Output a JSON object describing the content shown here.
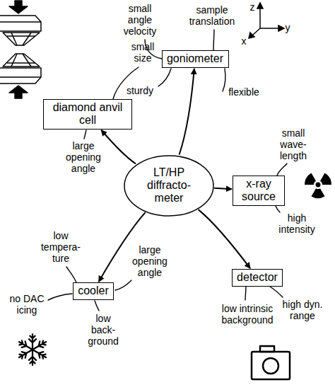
{
  "diagram": {
    "nodes": [
      {
        "text": [
          "goniometer"
        ]
      },
      {
        "text": [
          "diamond anvil cell"
        ]
      },
      {
        "text": [
          "LT/HP diffracto- meter"
        ]
      },
      {
        "text": [
          "x-ray source"
        ]
      },
      {
        "text": [
          "cooler"
        ]
      },
      {
        "text": [
          "detector"
        ]
      }
    ],
    "edges": [
      {
        "from": 2,
        "to": 0,
        "arrow": "to"
      },
      {
        "from": 2,
        "to": 1,
        "arrow": "to"
      },
      {
        "from": 2,
        "to": 3,
        "arrow": "to"
      },
      {
        "from": 2,
        "to": 4,
        "arrow": "to"
      },
      {
        "from": 2,
        "to": 5,
        "arrow": "to"
      }
    ],
    "labels": [
      "small angle velocity",
      "sample translation",
      "z",
      "x",
      "y",
      "small size",
      "sturdy",
      "flexible",
      "large opening angle",
      "small wave- length",
      "high intensity",
      "low tempera- ture",
      "large opening angle",
      "no DAC icing",
      "low back- ground",
      "low intrinsic background",
      "high dyn. range"
    ]
  }
}
